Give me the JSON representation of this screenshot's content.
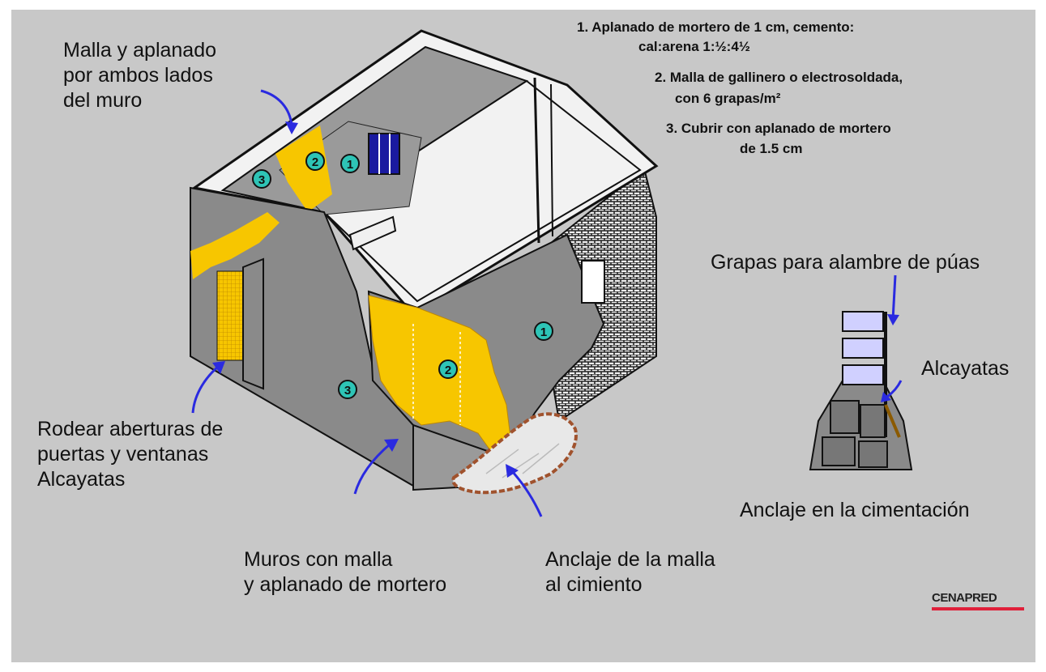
{
  "labels": {
    "malla_ambos_lados": [
      "Malla y aplanado",
      "por ambos lados",
      "del muro"
    ],
    "rodear_aberturas": [
      "Rodear aberturas de",
      "puertas y ventanas",
      "Alcayatas"
    ],
    "muros_malla": [
      "Muros con malla",
      "y aplanado de mortero"
    ],
    "anclaje_malla": [
      "Anclaje de la malla",
      "al cimiento"
    ],
    "grapas": "Grapas para alambre de púas",
    "alcayatas": "Alcayatas",
    "anclaje_cimentacion": "Anclaje en la cimentación"
  },
  "steps": [
    "1. Aplanado de mortero de 1 cm, cemento:",
    "cal:arena 1:½:4½",
    "2. Malla de gallinero o electrosoldada,",
    "con 6 grapas/m²",
    "3. Cubrir con aplanado de mortero",
    "de 1.5 cm"
  ],
  "markers": [
    "1",
    "2",
    "3"
  ],
  "logo": "CENAPRED",
  "colors": {
    "background": "#c8c8c8",
    "wall_gray": "#8a8a8a",
    "mesh_yellow": "#f7c600",
    "marker_teal": "#2ec4b6",
    "arrow_blue": "#2a2ae0",
    "logo_red": "#e0203a",
    "window_navy": "#1a1aa0"
  }
}
